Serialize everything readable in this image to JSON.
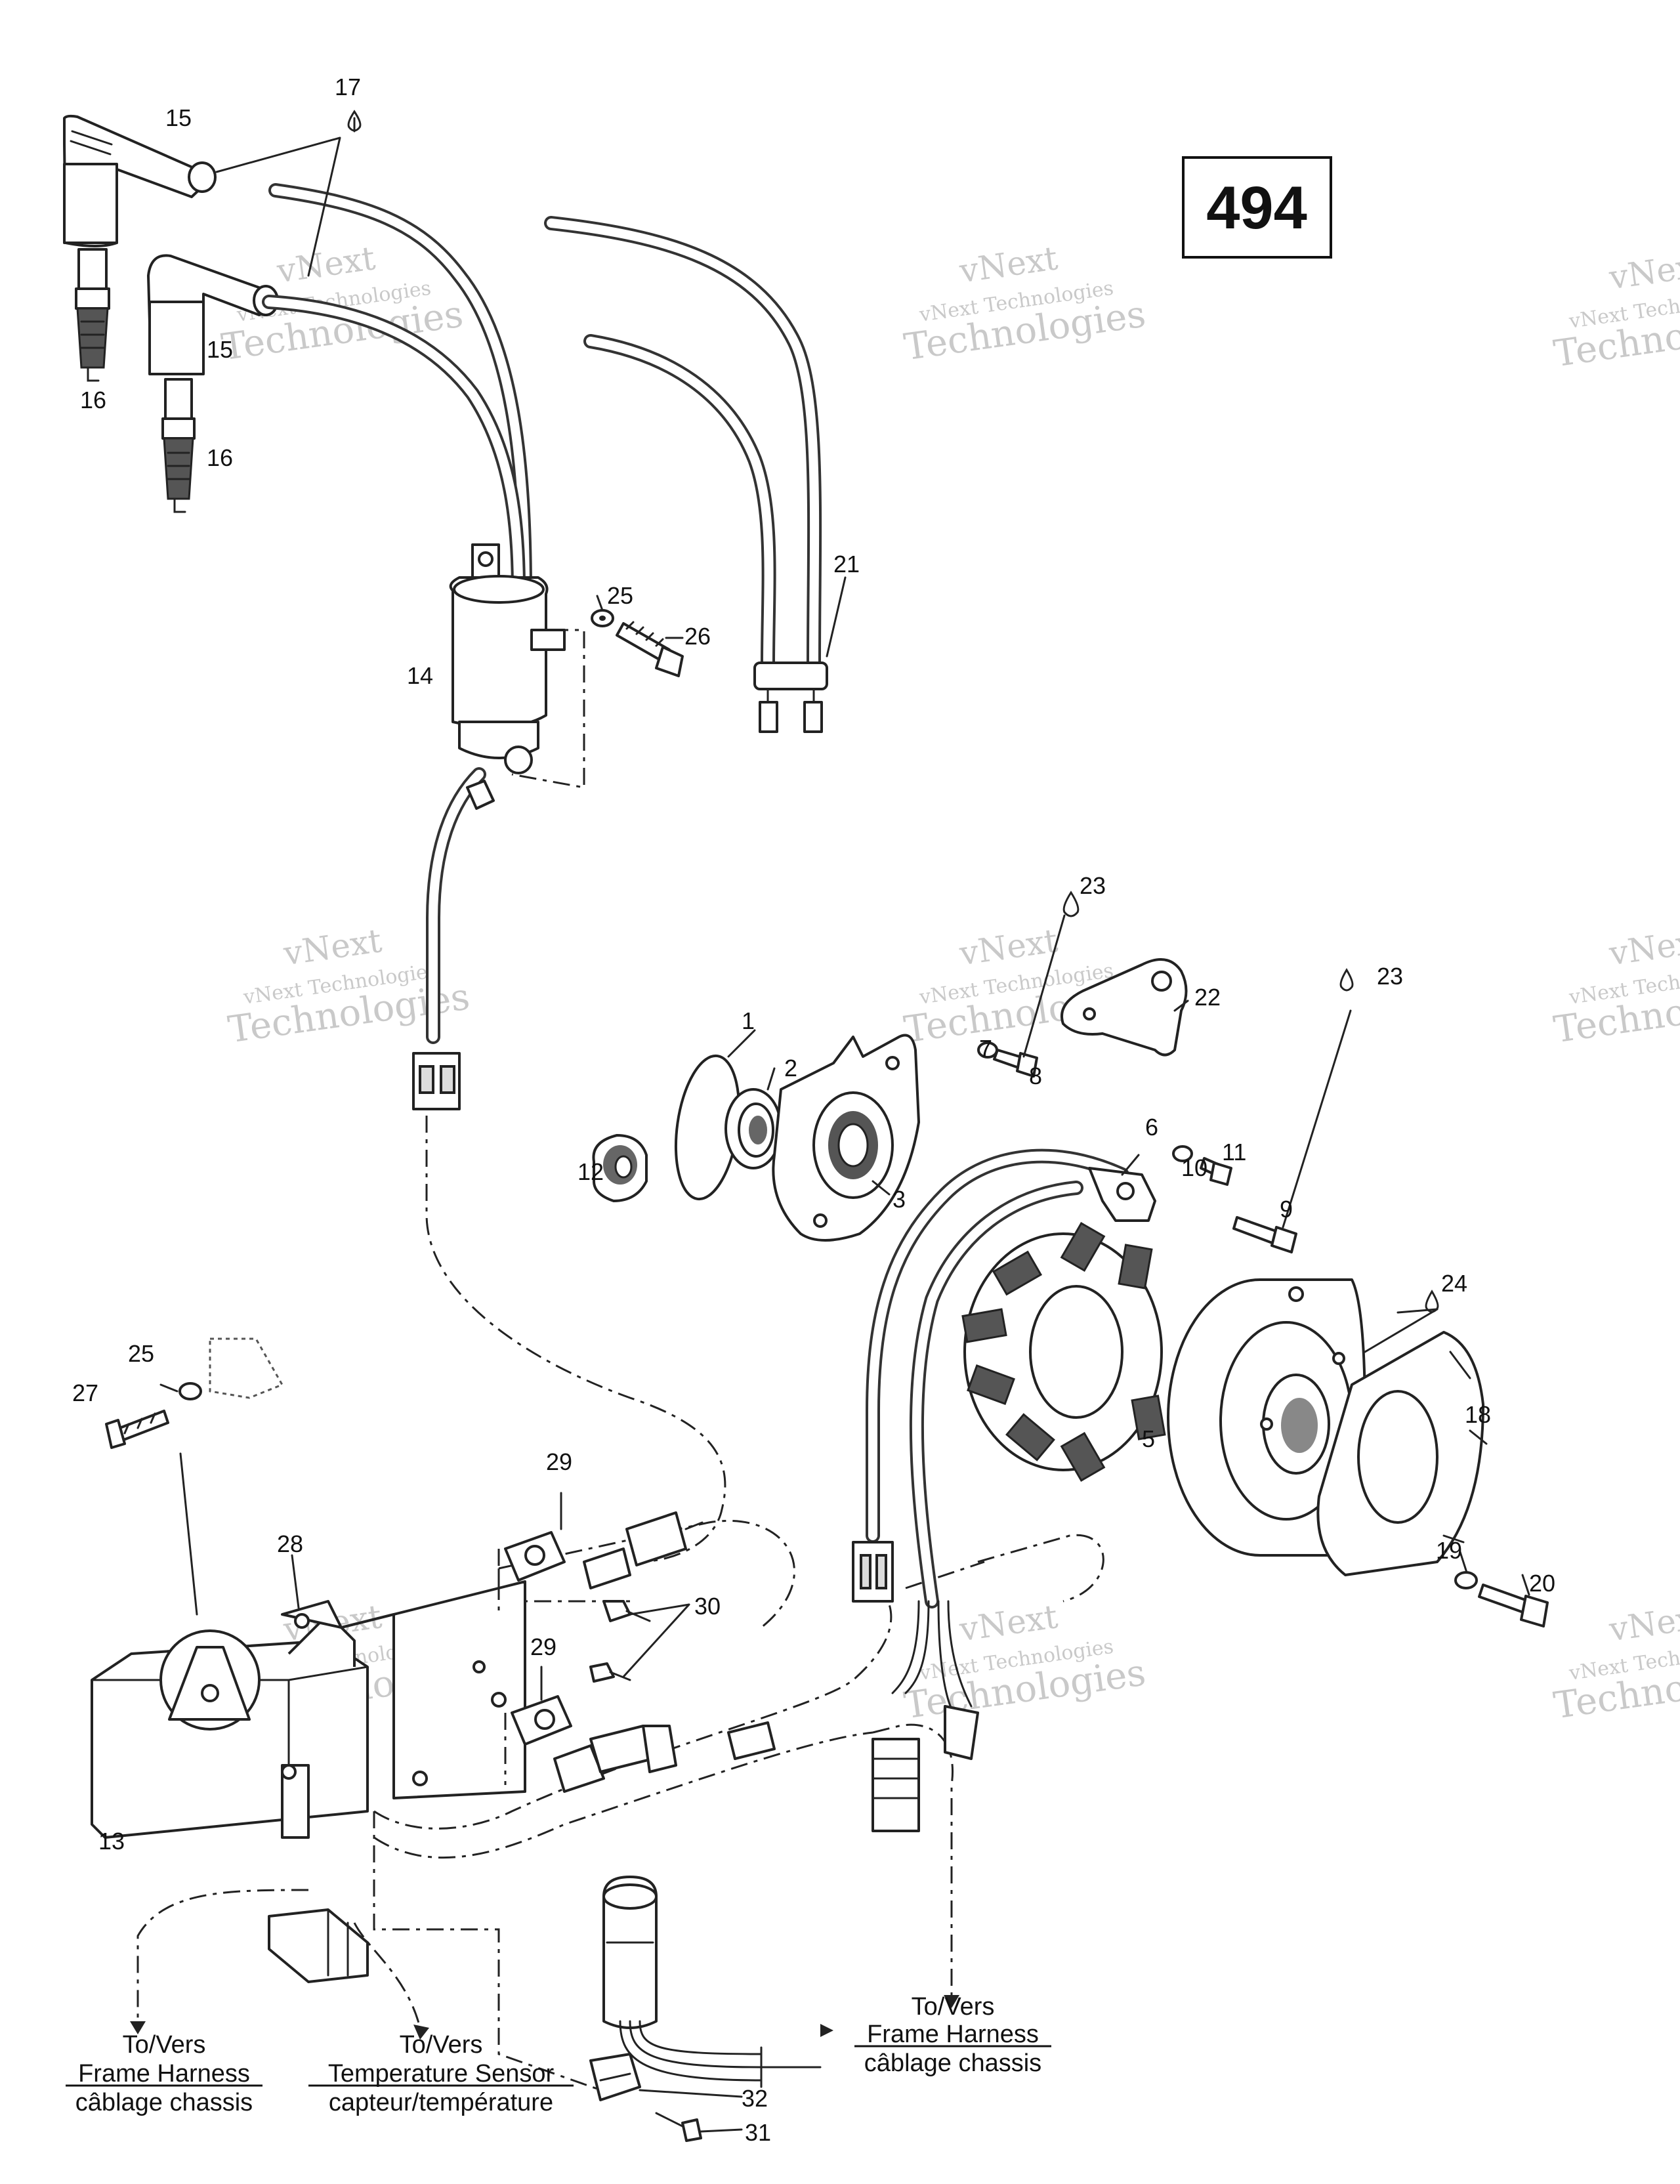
{
  "page_number": "494",
  "watermark": {
    "line1": "vNext",
    "line2": "vNext Technologies",
    "line3": "Technologies"
  },
  "callouts": [
    {
      "id": "c1",
      "label": "1"
    },
    {
      "id": "c2",
      "label": "2"
    },
    {
      "id": "c3",
      "label": "3"
    },
    {
      "id": "c5",
      "label": "5"
    },
    {
      "id": "c6",
      "label": "6"
    },
    {
      "id": "c7",
      "label": "7"
    },
    {
      "id": "c8",
      "label": "8"
    },
    {
      "id": "c9",
      "label": "9"
    },
    {
      "id": "c10",
      "label": "10"
    },
    {
      "id": "c11",
      "label": "11"
    },
    {
      "id": "c12",
      "label": "12"
    },
    {
      "id": "c13",
      "label": "13"
    },
    {
      "id": "c14",
      "label": "14"
    },
    {
      "id": "c15a",
      "label": "15"
    },
    {
      "id": "c15b",
      "label": "15"
    },
    {
      "id": "c16a",
      "label": "16"
    },
    {
      "id": "c16b",
      "label": "16"
    },
    {
      "id": "c17",
      "label": "17"
    },
    {
      "id": "c18",
      "label": "18"
    },
    {
      "id": "c19",
      "label": "19"
    },
    {
      "id": "c20",
      "label": "20"
    },
    {
      "id": "c21",
      "label": "21"
    },
    {
      "id": "c22",
      "label": "22"
    },
    {
      "id": "c23a",
      "label": "23"
    },
    {
      "id": "c23b",
      "label": "23"
    },
    {
      "id": "c24",
      "label": "24"
    },
    {
      "id": "c25a",
      "label": "25"
    },
    {
      "id": "c25b",
      "label": "25"
    },
    {
      "id": "c26",
      "label": "26"
    },
    {
      "id": "c27",
      "label": "27"
    },
    {
      "id": "c28",
      "label": "28"
    },
    {
      "id": "c29a",
      "label": "29"
    },
    {
      "id": "c29b",
      "label": "29"
    },
    {
      "id": "c30",
      "label": "30"
    },
    {
      "id": "c31",
      "label": "31"
    },
    {
      "id": "c32",
      "label": "32"
    }
  ],
  "destinations": {
    "frame_harness_left": {
      "line1": "To/Vers",
      "line2": "Frame Harness",
      "line3": "câblage chassis"
    },
    "temperature_sensor": {
      "line1": "To/Vers",
      "line2": "Temperature Sensor",
      "line3": "capteur/température"
    },
    "frame_harness_right": {
      "line1": "To/Vers",
      "line2": "Frame Harness",
      "line3": "câblage chassis"
    }
  }
}
